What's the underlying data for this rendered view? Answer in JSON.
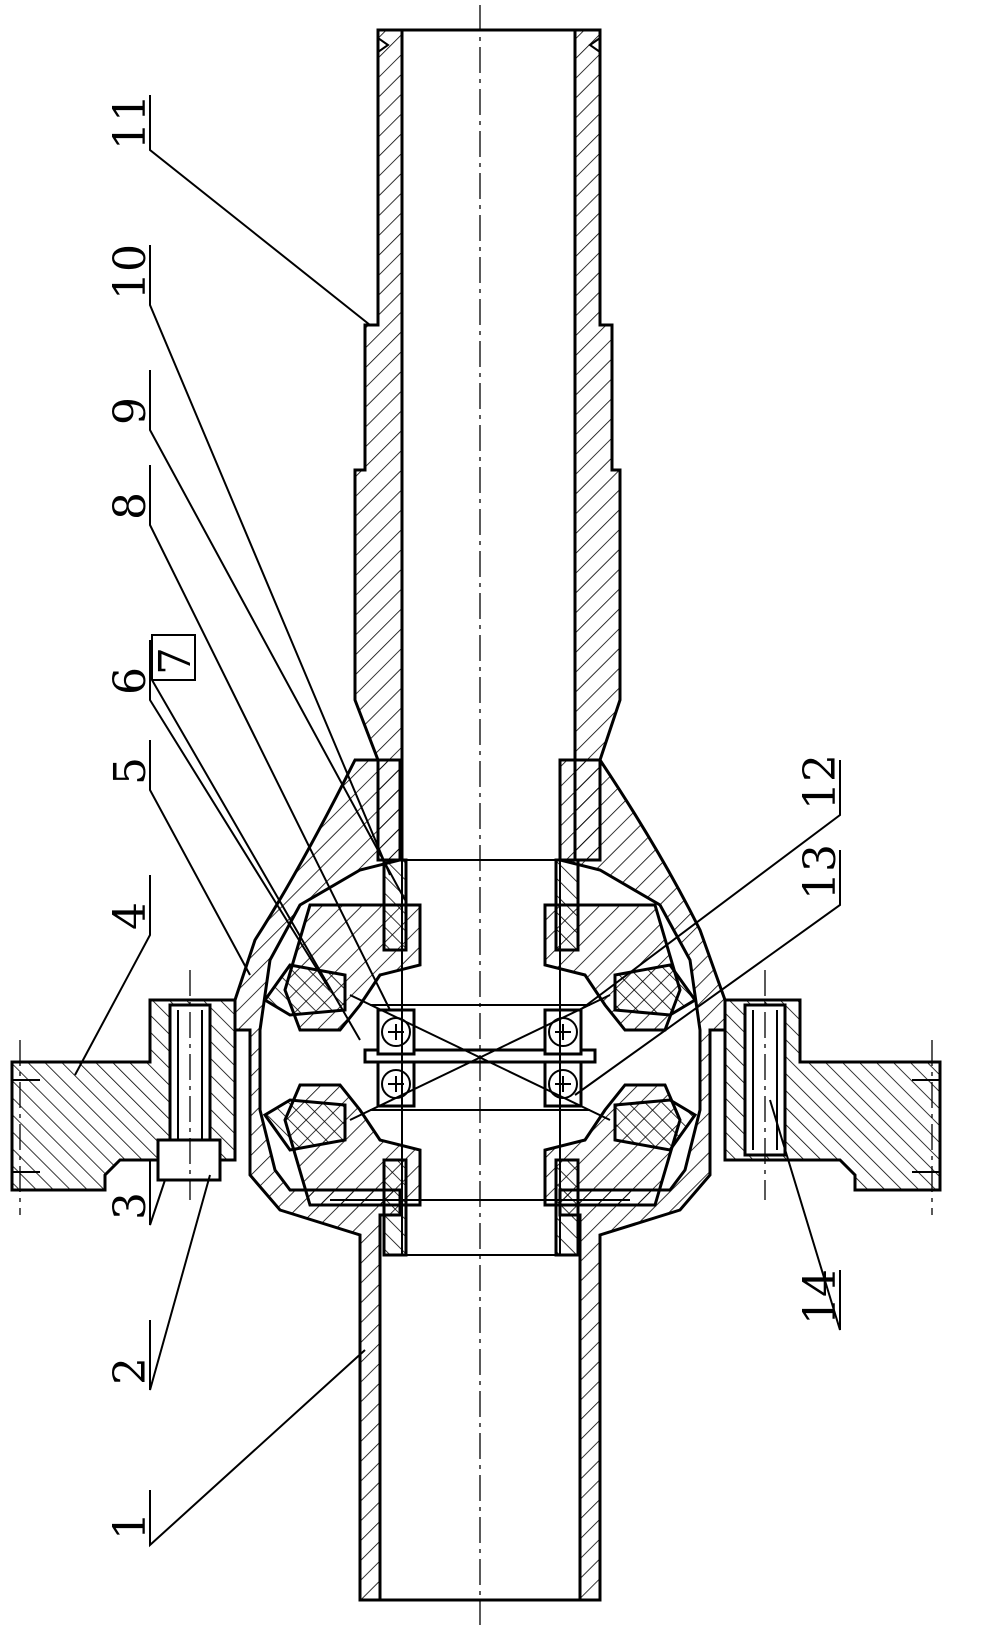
{
  "part_labels": [
    {
      "id": "1",
      "text": "1"
    },
    {
      "id": "2",
      "text": "2"
    },
    {
      "id": "3",
      "text": "3"
    },
    {
      "id": "4",
      "text": "4"
    },
    {
      "id": "5",
      "text": "5"
    },
    {
      "id": "6",
      "text": "6"
    },
    {
      "id": "7",
      "text": "7"
    },
    {
      "id": "8",
      "text": "8"
    },
    {
      "id": "9",
      "text": "9"
    },
    {
      "id": "10",
      "text": "10"
    },
    {
      "id": "11",
      "text": "11"
    },
    {
      "id": "12",
      "text": "12"
    },
    {
      "id": "13",
      "text": "13"
    },
    {
      "id": "14",
      "text": "14"
    }
  ]
}
